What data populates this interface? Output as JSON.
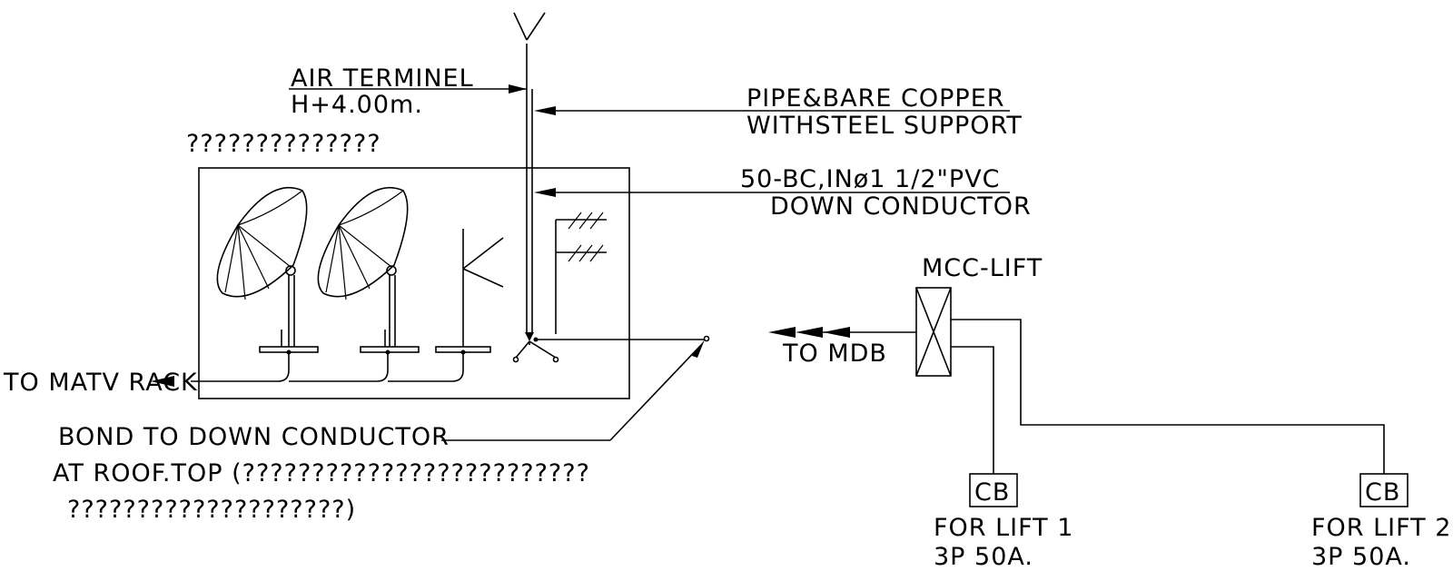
{
  "labels": {
    "air_terminal_title": "AIR TERMINEL",
    "air_terminal_height": "H+4.00m.",
    "pipe_line1": "PIPE&BARE COPPER",
    "pipe_line2": "WITHSTEEL SUPPORT",
    "roof_box_title": "??????????????",
    "conductor_line1": "50-BC,INø1 1/2\"PVC",
    "conductor_line2": "DOWN CONDUCTOR",
    "matv": "TO MATV RACK",
    "bond_line1": "BOND TO DOWN CONDUCTOR",
    "bond_line2": "AT ROOF.TOP (?????????????????????????",
    "bond_line3": "????????????????????)",
    "mcc": "MCC-LIFT",
    "to_mdb": "TO MDB",
    "cb1_box": "CB",
    "cb1_line1": "FOR LIFT 1",
    "cb1_line2": "3P 50A.",
    "cb2_box": "CB",
    "cb2_line1": "FOR LIFT 2",
    "cb2_line2": "3P 50A."
  },
  "icons": [
    "air-terminal-icon",
    "satellite-dish-icon",
    "tv-antenna-icon",
    "ground-rod-icon",
    "breaker-icon"
  ]
}
